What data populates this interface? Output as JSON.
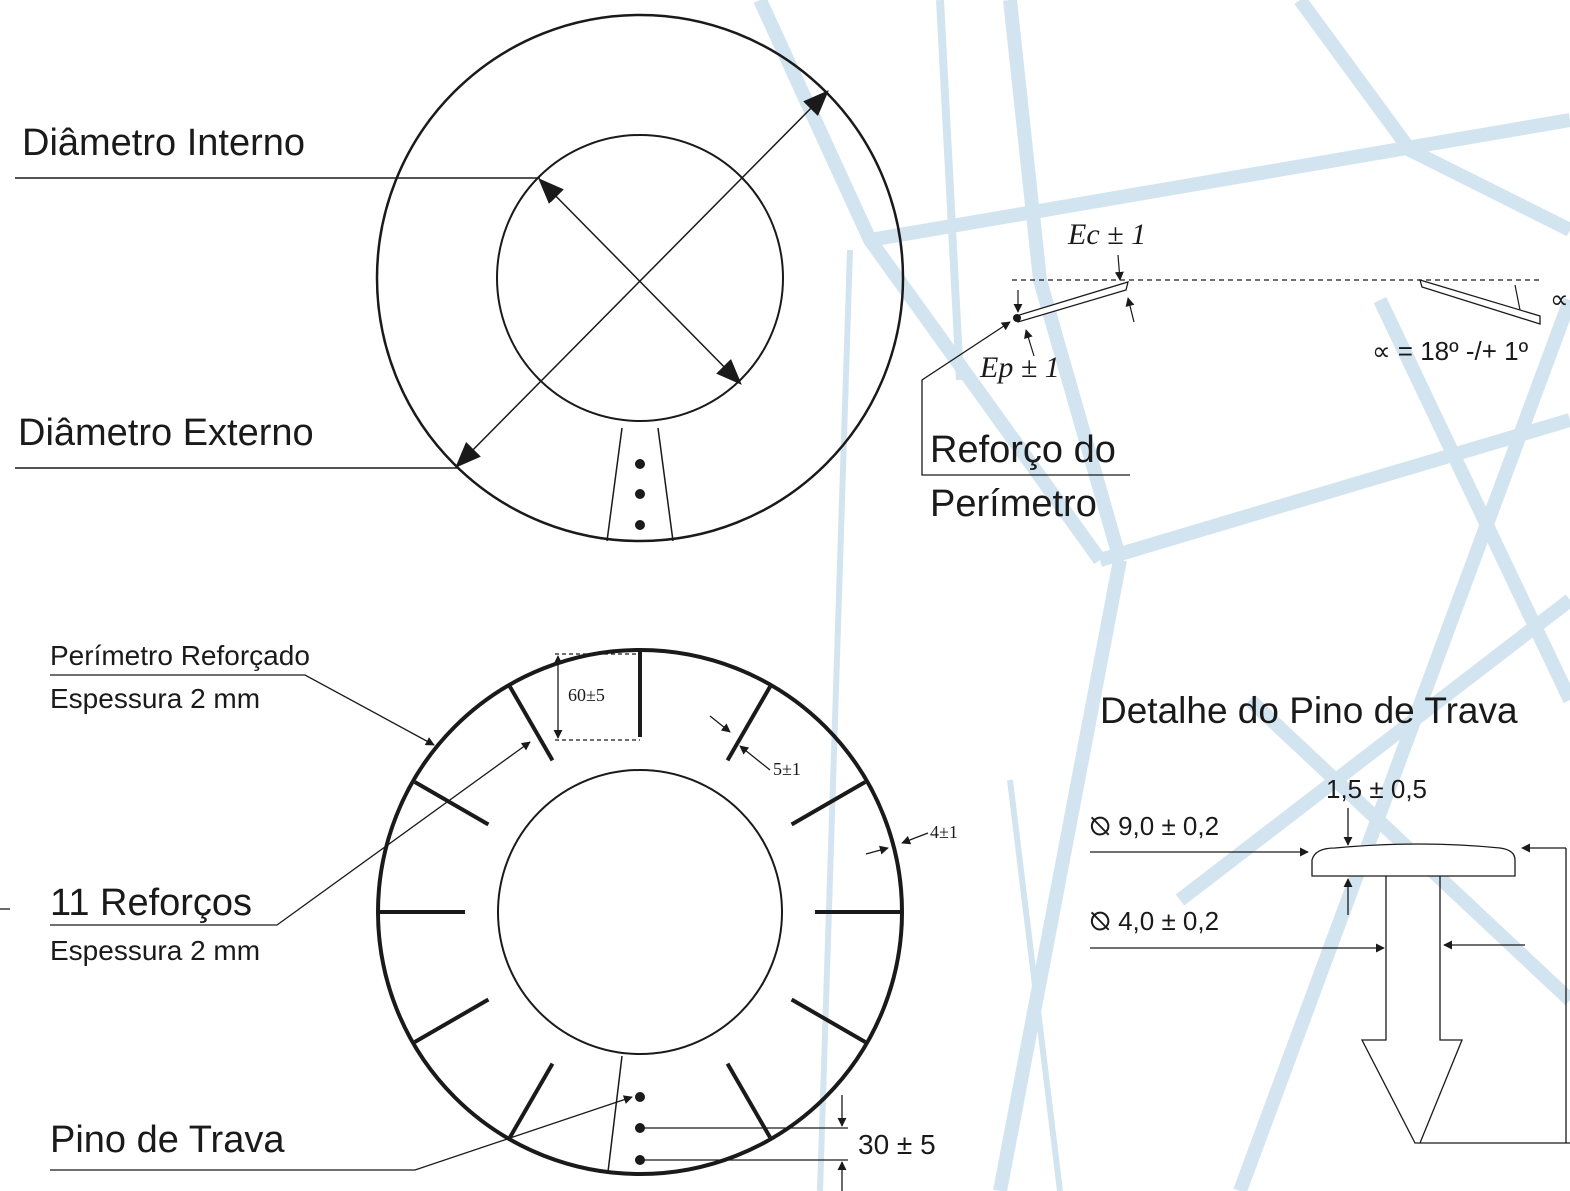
{
  "colors": {
    "ink": "#1a1a1a",
    "background_tower": "#cfe2f0",
    "paper": "#ffffff"
  },
  "top_view": {
    "inner_diameter_label": "Diâmetro Interno",
    "outer_diameter_label": "Diâmetro Externo"
  },
  "section_view": {
    "ec_label": "Ec ± 1",
    "ep_label": "Ep ± 1",
    "angle_symbol": "∝",
    "angle_label": "∝ = 18º -/+ 1º",
    "perimeter_reinforcement_line1": "Reforço do",
    "perimeter_reinforcement_line2": "Perímetro"
  },
  "bottom_view": {
    "reinforced_perimeter_line1": "Perímetro Reforçado",
    "reinforced_perimeter_line2": "Espessura 2 mm",
    "rib_height_label": "60±5",
    "rib_width_label": "5±1",
    "rim_width_label": "4±1",
    "ribs_label": "11 Reforços",
    "ribs_thickness_label": "Espessura 2 mm",
    "lock_pin_label": "Pino de Trava",
    "pin_spacing_label": "30 ± 5"
  },
  "pin_detail": {
    "title": "Detalhe do Pino de Trava",
    "head_thickness_label": "1,5 ± 0,5",
    "head_diameter_label": "⦰ 9,0 ± 0,2",
    "shaft_diameter_label": "⦰ 4,0 ± 0,2"
  }
}
